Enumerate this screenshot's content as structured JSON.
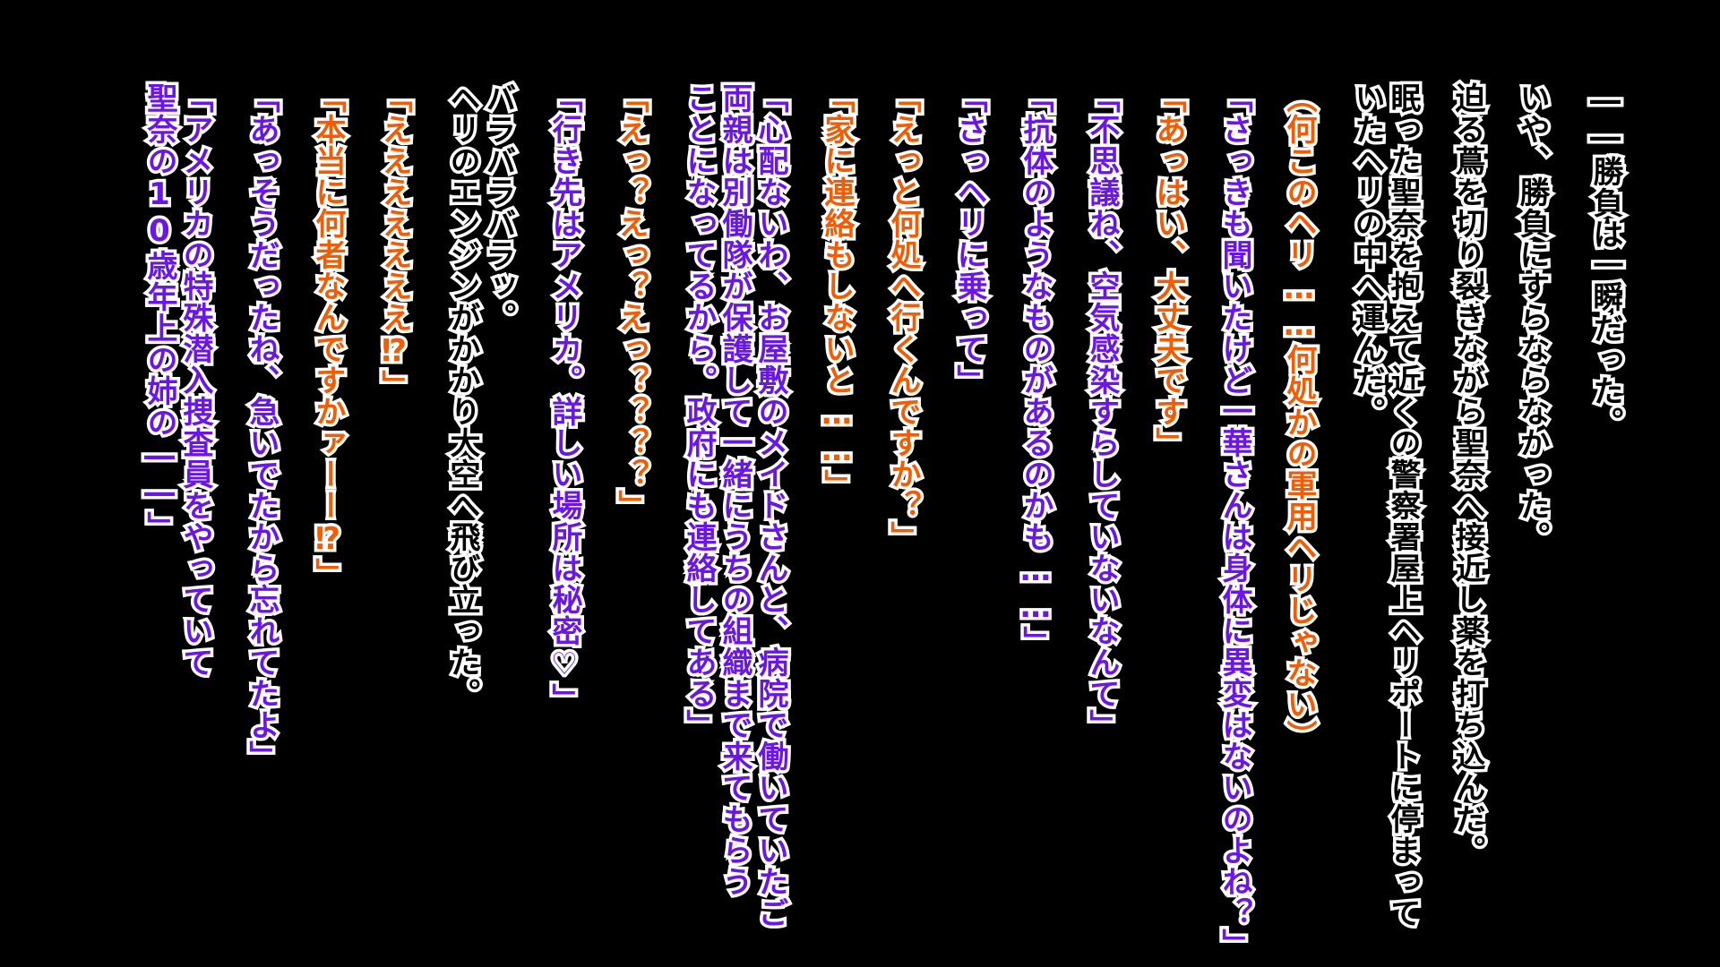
{
  "colors": {
    "background": "#000000",
    "outline": "#ffffff",
    "narration": "#000000",
    "heroine_dialogue": "#6a17e6",
    "hero_dialogue": "#f25c05"
  },
  "lines": [
    "――勝負は一瞬だった。",
    "いや、勝負にすらならなかった。",
    "迫る蔦を切り裂きながら聖奈へ接近し薬を打ち込んだ。",
    "眠った聖奈を抱えて近くの警察署屋上ヘリポートに停まって",
    "いたヘリの中へ運んだ。",
    "（何このヘリ……何処かの軍用ヘリじゃない）",
    "「さっきも聞いたけど一華さんは身体に異変はないのよね？」",
    "「あっはい、大丈夫です」",
    "「不思議ね、空気感染すらしていないなんて」",
    "「抗体のようなものがあるのかも……」",
    "「さっヘリに乗って」",
    "「えっと何処へ行くんですか？」",
    "「家に連絡もしないと……」",
    "「心配ないわ、お屋敷のメイドさんと、病院で働いていたご",
    "両親は別働隊が保護して一緒にうちの組織まで来てもらう",
    "ことになってるから。政府にも連絡してある」",
    "「えっ？えっ？えっ？？？？」",
    "「行き先はアメリカ。詳しい場所は秘密♡」",
    "バラバラバラッ。",
    "ヘリのエンジンがかかり大空へ飛び立った。",
    "「えええええええ⁉」",
    "「本当に何者なんですかァーー⁉」",
    "「あっそうだったね、急いでたから忘れてたよ」",
    "「アメリカの特殊潜入捜査員をやっていて",
    "聖奈の10歳年上の姉の――」"
  ]
}
